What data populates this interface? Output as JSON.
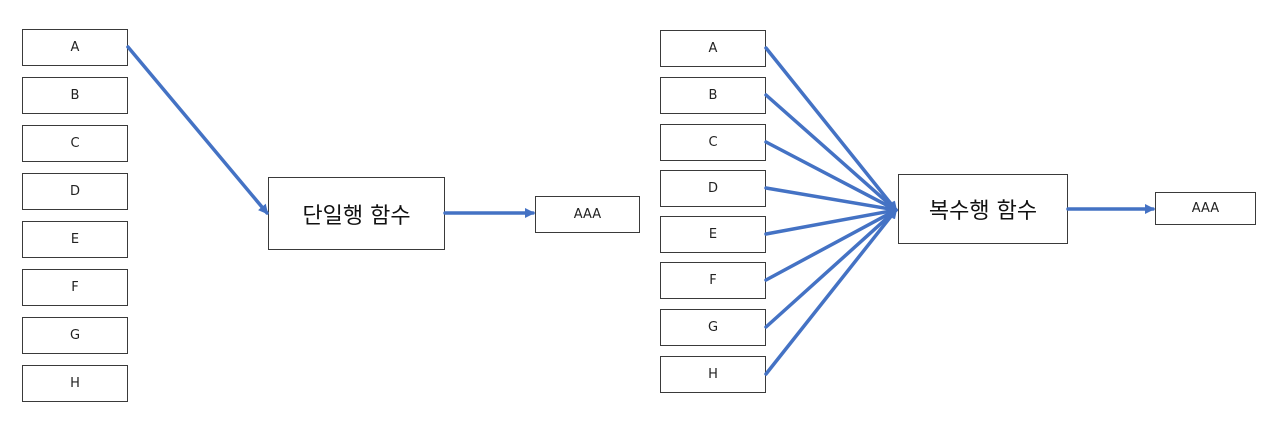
{
  "single_row": {
    "rows": [
      "A",
      "B",
      "C",
      "D",
      "E",
      "F",
      "G",
      "H"
    ],
    "function_label": "단일행 함수",
    "output_label": "AAA"
  },
  "multi_row": {
    "rows": [
      "A",
      "B",
      "C",
      "D",
      "E",
      "F",
      "G",
      "H"
    ],
    "function_label": "복수행 함수",
    "output_label": "AAA"
  },
  "colors": {
    "arrow": "#4472C4",
    "box_border": "#3a3a3a"
  }
}
